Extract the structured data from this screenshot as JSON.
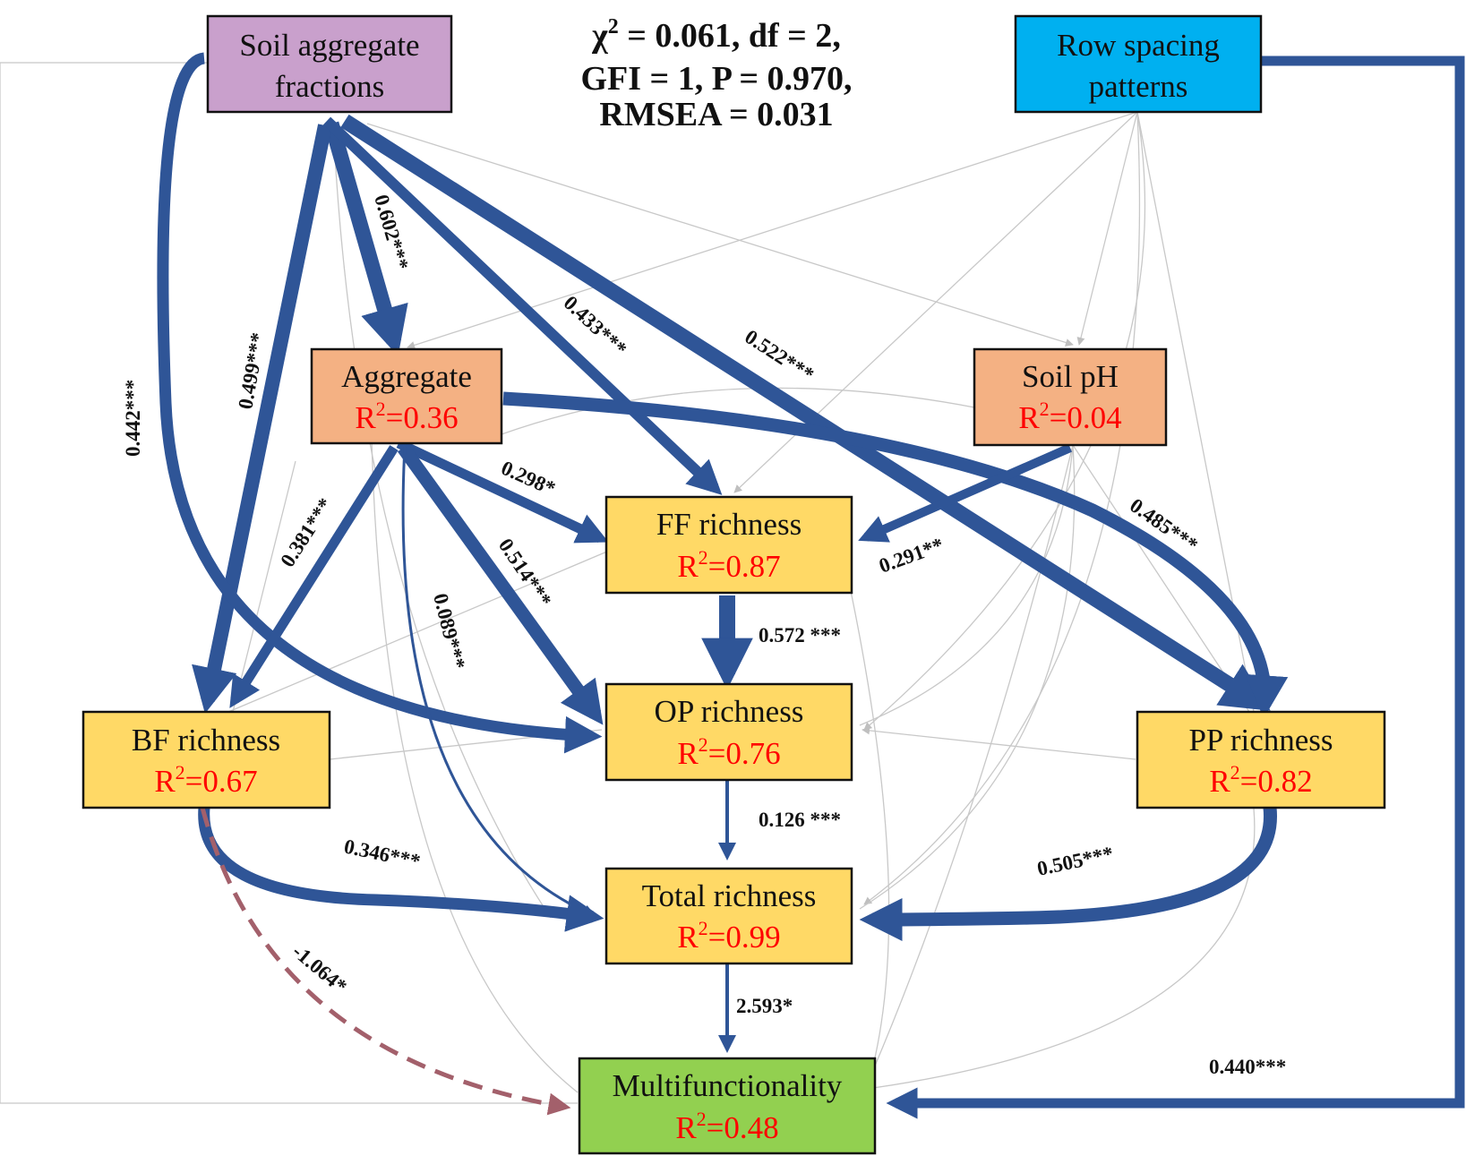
{
  "fit_stats": {
    "line1_pre": "χ",
    "line1_sup": "2",
    "line1_post": " = 0.061, df = 2,",
    "line2": "GFI = 1, P = 0.970,",
    "line3": "RMSEA = 0.031"
  },
  "r2_prefix": "R",
  "r2_sup": "2",
  "nodes": {
    "soil_aggregate_fractions": {
      "line1": "Soil aggregate",
      "line2": "fractions",
      "fill": "#c9a0cc"
    },
    "row_spacing_patterns": {
      "line1": "Row spacing",
      "line2": "patterns",
      "fill": "#00b0f0"
    },
    "aggregate": {
      "label": "Aggregate",
      "r2": "=0.36",
      "fill": "#f4b183"
    },
    "soil_ph": {
      "label": "Soil pH",
      "r2": "=0.04",
      "fill": "#f4b183"
    },
    "ff_richness": {
      "label": "FF richness",
      "r2": "=0.87",
      "fill": "#ffd966"
    },
    "op_richness": {
      "label": "OP richness",
      "r2": "=0.76",
      "fill": "#ffd966"
    },
    "bf_richness": {
      "label": "BF richness",
      "r2": "=0.67",
      "fill": "#ffd966"
    },
    "pp_richness": {
      "label": "PP richness",
      "r2": "=0.82",
      "fill": "#ffd966"
    },
    "total_richness": {
      "label": "Total richness",
      "r2": "=0.99",
      "fill": "#ffd966"
    },
    "multifunctionality": {
      "label": "Multifunctionality",
      "r2": "=0.48",
      "fill": "#92d050"
    }
  },
  "coefficients": {
    "saf_aggregate": "0.602***",
    "saf_bf": "0.499***",
    "saf_op": "0.442***",
    "saf_ff": "0.433***",
    "saf_pp": "0.522***",
    "agg_ff": "0.298*",
    "agg_bf": "0.381***",
    "agg_op": "0.514***",
    "agg_total": "0.089***",
    "agg_pp": "0.485***",
    "ph_ff": "0.291**",
    "ff_op": "0.572 ***",
    "op_total": "0.126 ***",
    "bf_total": "0.346***",
    "pp_total": "0.505***",
    "bf_multi": "-1.064*",
    "total_multi": "2.593*",
    "row_multi": "0.440***"
  },
  "colors": {
    "positive_path": "#2f5597",
    "negative_path": "#a3606b",
    "nonsignificant_path": "#c8c8c8",
    "r2_text": "#ff0000"
  }
}
